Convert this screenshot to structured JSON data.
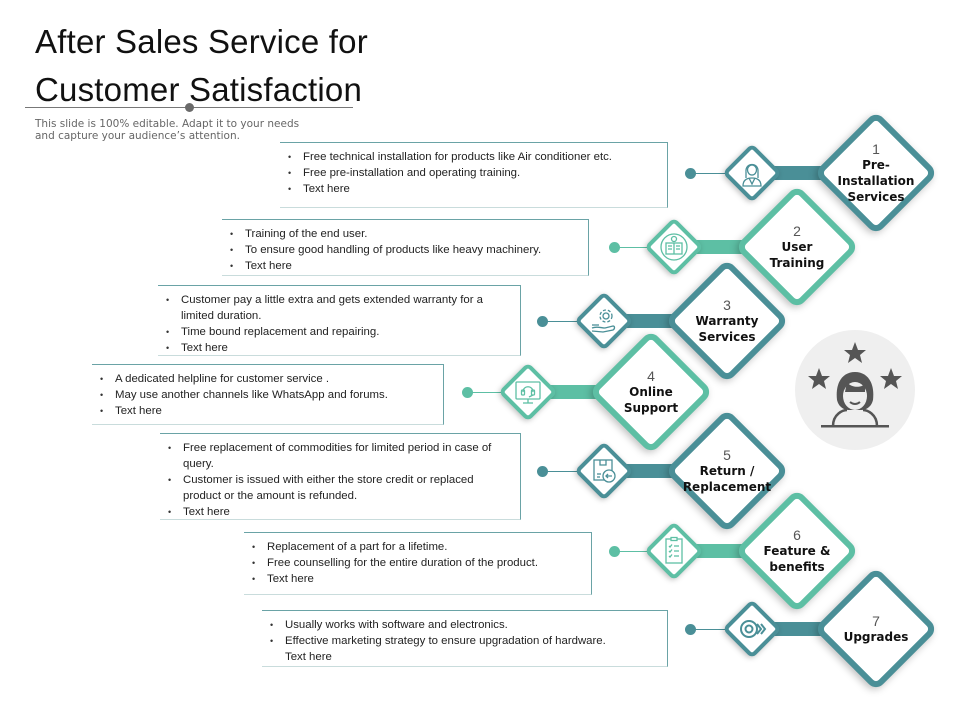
{
  "header": {
    "title_line1": "After Sales Service for",
    "title_line2": "Customer Satisfaction",
    "subtitle": "This slide is 100% editable. Adapt it to your needs and capture your audience’s attention."
  },
  "colors": {
    "dark_teal": "#4a8f97",
    "light_teal": "#5dbfa4",
    "avatar_bg": "#efefef",
    "avatar_icon": "#555555"
  },
  "steps": [
    {
      "number": "1",
      "label_line1": "Pre-",
      "label_line2": "Installation",
      "label_line3": "Services",
      "icon": "customer-service-woman-icon",
      "tone": "dark",
      "bullets": [
        "Free technical installation for products like Air conditioner etc.",
        "Free pre-installation and operating training.",
        "Text here"
      ]
    },
    {
      "number": "2",
      "label_line1": "User",
      "label_line2": "Training",
      "label_line3": "",
      "icon": "book-training-icon",
      "tone": "light",
      "bullets": [
        "Training of the end user.",
        "To ensure good handling of products like heavy machinery.",
        "Text here"
      ]
    },
    {
      "number": "3",
      "label_line1": "Warranty",
      "label_line2": "Services",
      "label_line3": "",
      "icon": "gear-in-hand-icon",
      "tone": "dark",
      "bullets": [
        "Customer pay a little extra and gets extended warranty for a limited duration.",
        "Time bound replacement and repairing.",
        "Text here"
      ]
    },
    {
      "number": "4",
      "label_line1": "Online",
      "label_line2": "Support",
      "label_line3": "",
      "icon": "headset-monitor-icon",
      "tone": "light",
      "bullets": [
        "A dedicated helpline for customer service .",
        "May use another channels like WhatsApp and forums.",
        "Text here"
      ]
    },
    {
      "number": "5",
      "label_line1": "Return  /",
      "label_line2": "Replacement",
      "label_line3": "",
      "icon": "box-return-icon",
      "tone": "dark",
      "bullets": [
        "Free replacement of commodities for limited period in case of query.",
        "Customer is issued with either the store credit or replaced product or the amount is refunded.",
        "Text here"
      ]
    },
    {
      "number": "6",
      "label_line1": "Feature &",
      "label_line2": "benefits",
      "label_line3": "",
      "icon": "checklist-icon",
      "tone": "light",
      "bullets": [
        "Replacement of a part for a lifetime.",
        "Free counselling for the entire duration of the product.",
        "Text here"
      ]
    },
    {
      "number": "7",
      "label_line1": "Upgrades",
      "label_line2": "",
      "label_line3": "",
      "icon": "gear-upgrade-icon",
      "tone": "dark",
      "bullets": [
        "Usually works with software and electronics.",
        "Effective marketing strategy to ensure upgradation of hardware.",
        "Text here"
      ]
    }
  ],
  "illustration": {
    "icon": "satisfied-customer-stars-icon"
  }
}
